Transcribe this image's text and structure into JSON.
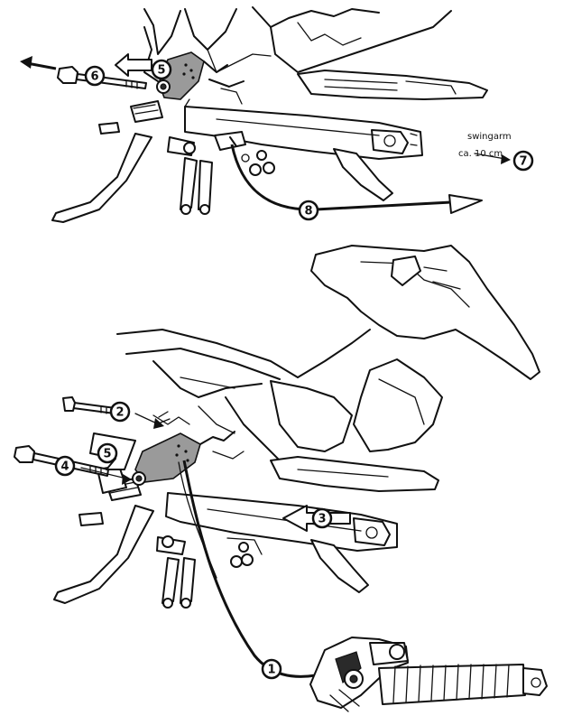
{
  "callouts": {
    "one": "1",
    "two": "2",
    "three": "3",
    "four": "4",
    "five_top": "5",
    "five_bottom": "5",
    "six": "6",
    "seven": "7",
    "eight": "8"
  },
  "swingarm_note": {
    "line1": "swingarm",
    "line2": "ca. 10 cm"
  },
  "colors": {
    "ink": "#111111",
    "bracket_grey": "#9a9a9a"
  }
}
